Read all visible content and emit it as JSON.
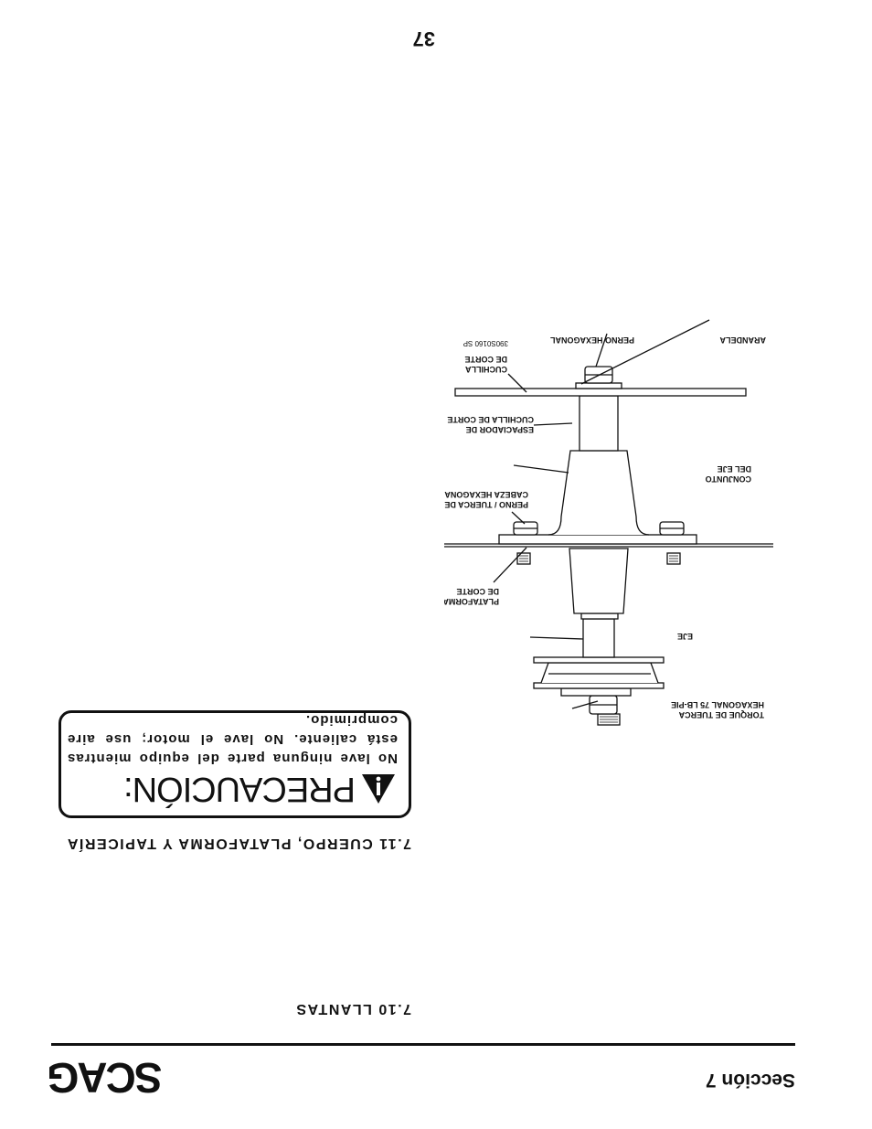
{
  "header": {
    "logo_text": "SCAG",
    "section_title": "Sección 7"
  },
  "sections": {
    "tires_heading": "7.10 LLANTAS",
    "body_heading": "7.11 CUERPO, PLATAFORMA Y TAPICERÍA"
  },
  "caution": {
    "title": "PRECAUCIÓN:",
    "body": "No lave ninguna parte del equipo mientras está caliente.  No lave el motor; use aire comprimido."
  },
  "diagram": {
    "part_number": "390S0160 SP",
    "labels": {
      "arandela": "ARANDELA",
      "perno_hexagonal": "PERNO HEXAGONAL",
      "cuchilla_1": "CUCHILLA",
      "cuchilla_2": "DE CORTE",
      "espaciador_1": "ESPACIADOR DE",
      "espaciador_2": "CUCHILLA DE CORTE",
      "conjunto_1": "CONJUNTO",
      "conjunto_2": "DEL EJE",
      "perno_tuerca_1": "PERNO / TUERCA DE",
      "perno_tuerca_2": "CABEZA HEXAGONAL",
      "plataforma_1": "PLATAFORMA",
      "plataforma_2": "DE CORTE",
      "eje": "EJE",
      "torque_1": "TORQUE DE TUERCA",
      "torque_2": "HEXAGONAL 75 LB-PIE"
    }
  },
  "footer": {
    "page_number": "37"
  }
}
